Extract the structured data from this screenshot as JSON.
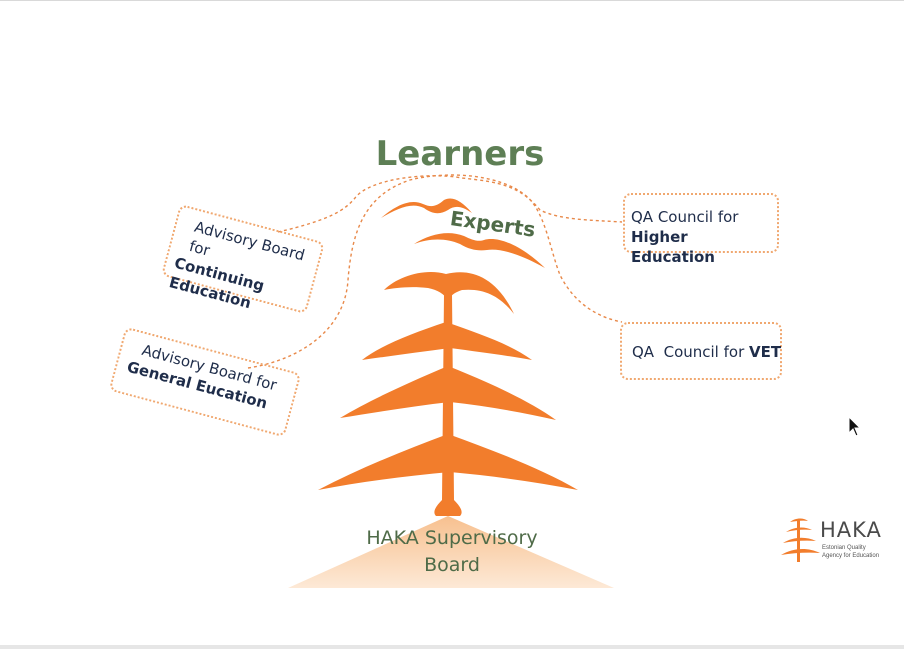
{
  "title": "Learners",
  "experts_label": "Experts",
  "advisory_continuing": {
    "line1": "Advisory Board for",
    "line2": "Continuing",
    "line3": "Education"
  },
  "advisory_general": {
    "line1": "Advisory Board for",
    "line2": "General Eucation"
  },
  "qa_higher": {
    "prefix": "QA Council for ",
    "bold": "Higher",
    "line2": "Education"
  },
  "qa_vet": {
    "prefix": "QA  Council for ",
    "bold": "VET"
  },
  "supervisory": {
    "line1": "HAKA Supervisory",
    "line2": "Board"
  },
  "logo": {
    "word": "HAKA",
    "sub1": "Estonian Quality",
    "sub2": "Agency for Education"
  },
  "colors": {
    "orange": "#f27d2c",
    "green": "#5e7f55",
    "navy": "#1f2d4a",
    "dotted": "#f0a870"
  }
}
